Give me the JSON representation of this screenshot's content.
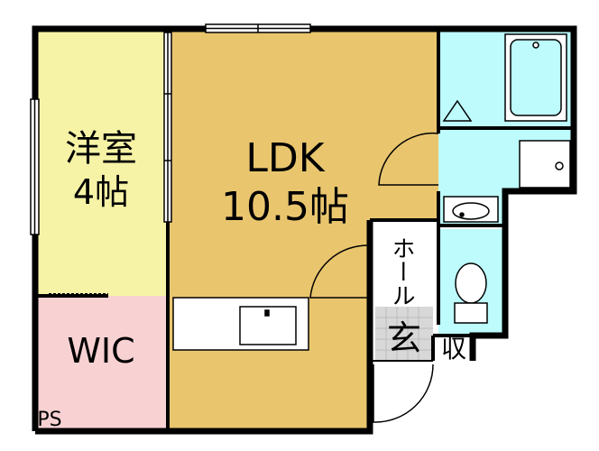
{
  "rooms": {
    "western": {
      "name": "洋室",
      "size": "4帖",
      "color": "#F6F3A6"
    },
    "ldk": {
      "name": "LDK",
      "size": "10.5帖",
      "color": "#E9C66E"
    },
    "wic": {
      "name": "WIC",
      "color": "#F8D2D3"
    },
    "hall": {
      "name": "ホール"
    },
    "entrance": {
      "name": "玄"
    },
    "storage": {
      "name": "収"
    },
    "ps": {
      "name": "PS"
    },
    "wet_area_color": "#BDFBFD"
  }
}
